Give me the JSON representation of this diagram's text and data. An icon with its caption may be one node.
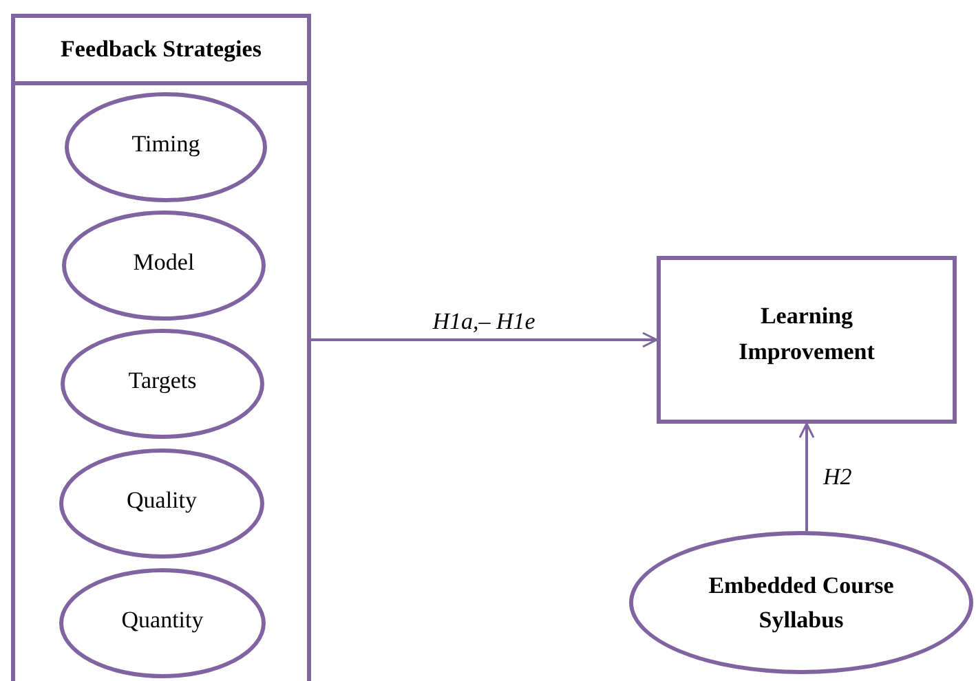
{
  "diagram": {
    "nodes": [
      {
        "text": [
          "Feedback Strategies"
        ]
      },
      {
        "text": [
          "Timing"
        ],
        "in": 0
      },
      {
        "text": [
          "Model"
        ],
        "in": 0
      },
      {
        "text": [
          "Targets"
        ],
        "in": 0
      },
      {
        "text": [
          "Quality"
        ],
        "in": 0
      },
      {
        "text": [
          "Quantity"
        ],
        "in": 0
      },
      {
        "text": [
          "Learning Improvement"
        ]
      },
      {
        "text": [
          "Embedded Course Syllabus"
        ]
      }
    ],
    "edges": [
      {
        "from": 0,
        "to": 6,
        "arrow": "to",
        "label": "H1a,– H1e"
      },
      {
        "from": 7,
        "to": 6,
        "arrow": "to",
        "label": "H2"
      }
    ]
  }
}
